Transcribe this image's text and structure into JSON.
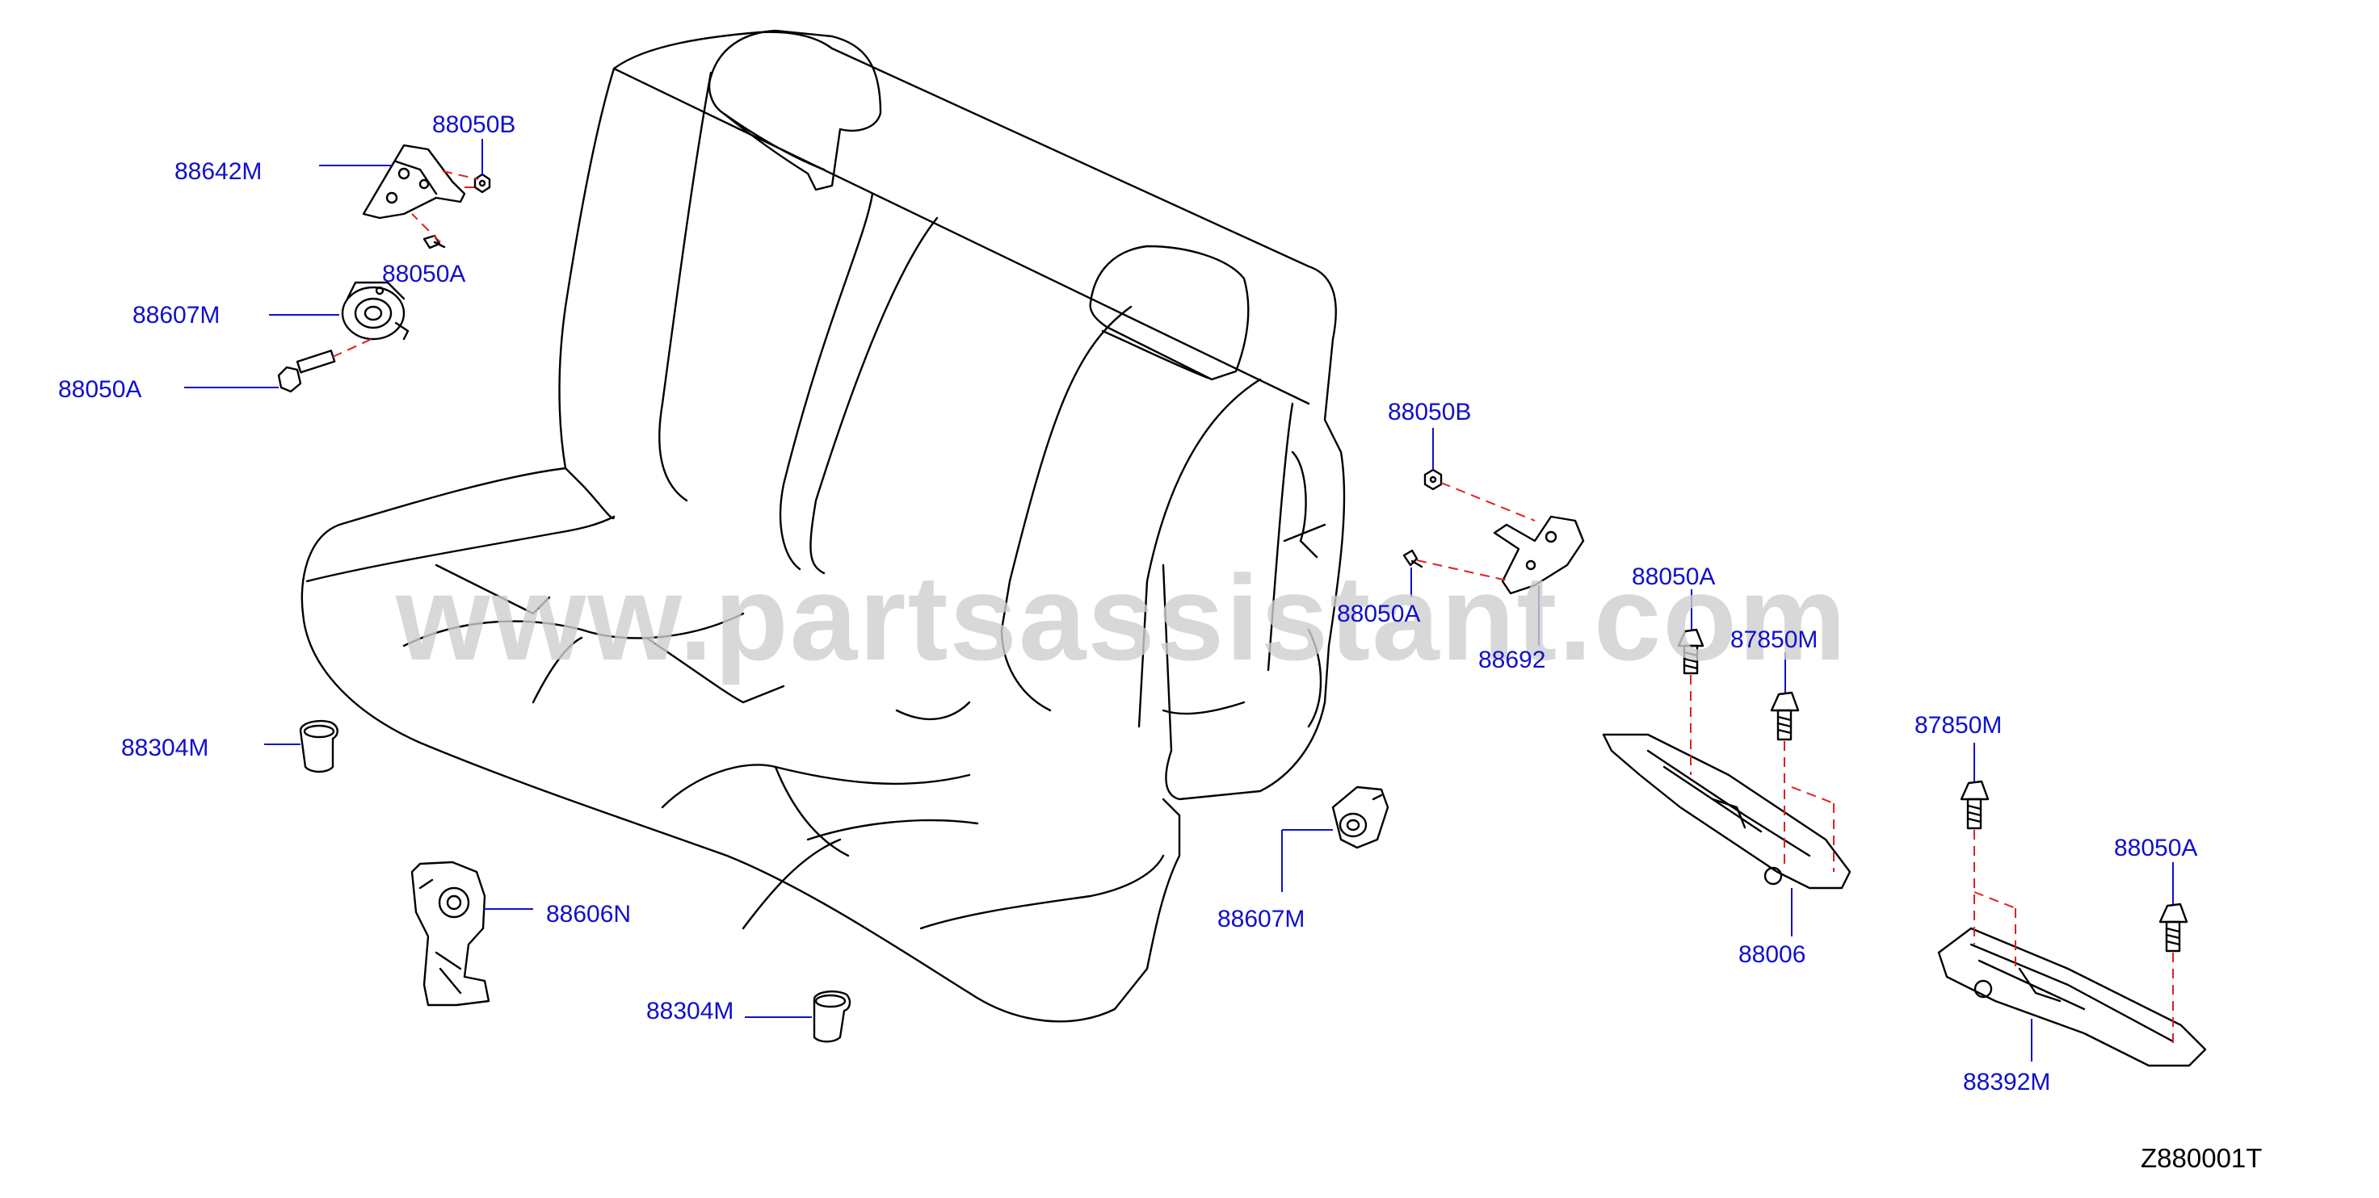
{
  "watermark": "www.partsassistant.com",
  "diagram_code": "Z880001T",
  "callouts": {
    "c_88050B_top": "88050B",
    "c_88642M": "88642M",
    "c_88050A_top": "88050A",
    "c_88607M_left": "88607M",
    "c_88050A_left": "88050A",
    "c_88304M_left": "88304M",
    "c_88606N": "88606N",
    "c_88304M_bottom": "88304M",
    "c_88607M_mid": "88607M",
    "c_88050B_right": "88050B",
    "c_88050A_right": "88050A",
    "c_88692": "88692",
    "c_88050A_rail": "88050A",
    "c_87850M_rail": "87850M",
    "c_88006": "88006",
    "c_87850M_far": "87850M",
    "c_88050A_far": "88050A",
    "c_88392M": "88392M"
  },
  "colors": {
    "line": "#000000",
    "leader": "#1010cc",
    "dashed": "#e02020",
    "label": "#1010cc",
    "watermark": "#cfcfcf"
  }
}
